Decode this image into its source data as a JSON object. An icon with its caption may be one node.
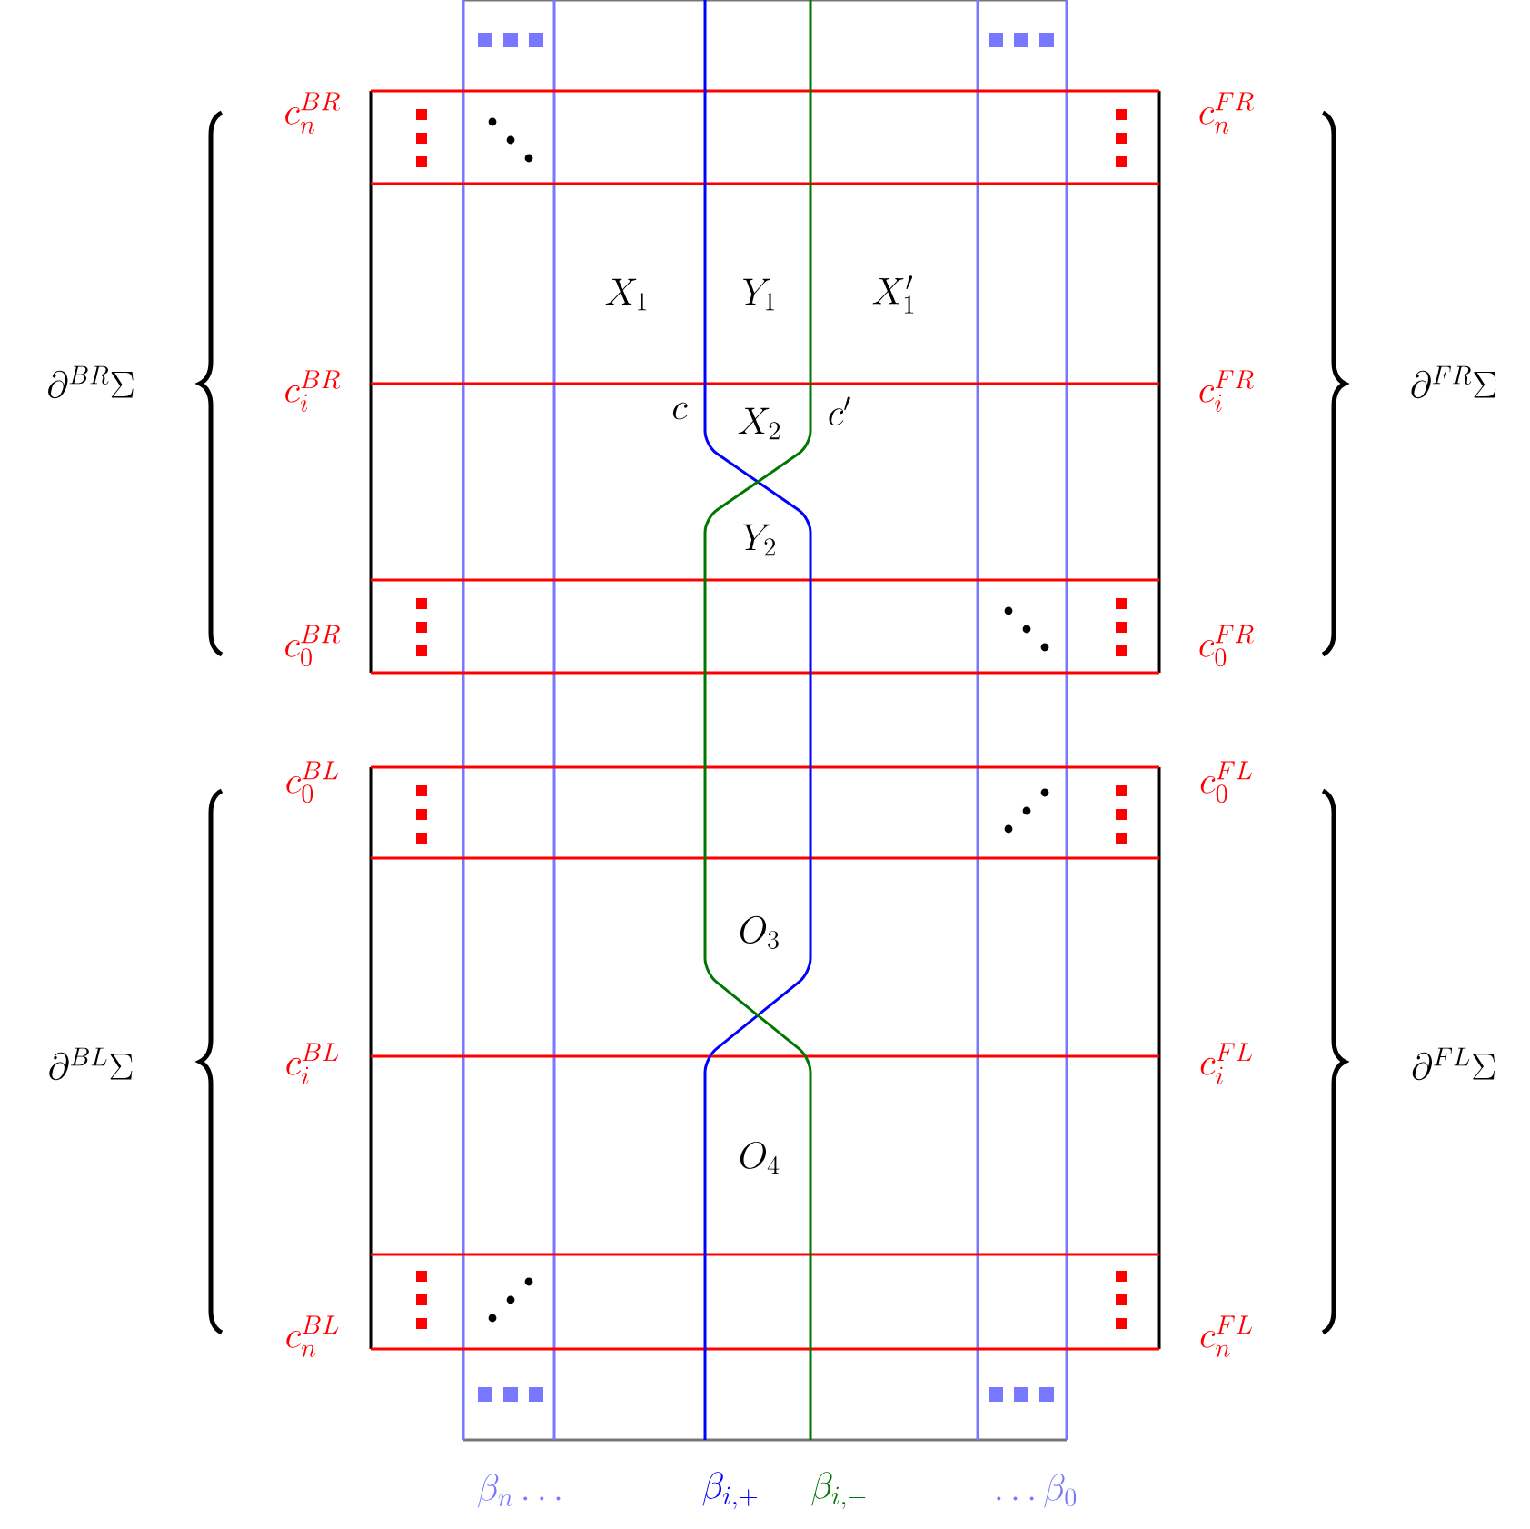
{
  "diagram": {
    "labels": [
      "c_n^{BR}",
      "c_n^{FR}",
      "X_1",
      "Y_1",
      "X_1'",
      "\\partial^{BR}\\Sigma",
      "c_i^{BR}",
      "c_i^{FR}",
      "\\partial^{FR}\\Sigma",
      "c",
      "X_2",
      "c'",
      "Y_2",
      "c_0^{BR}",
      "c_0^{FR}",
      "c_0^{BL}",
      "c_0^{FL}",
      "O_3",
      "\\partial^{BL}\\Sigma",
      "c_i^{BL}",
      "c_i^{FL}",
      "\\partial^{FL}\\Sigma",
      "O_4",
      "c_n^{BL}",
      "c_n^{FL}",
      "\\beta_n \\dots",
      "\\beta_{i,+}",
      "\\beta_{i,-}",
      "\\dots \\beta_0"
    ]
  }
}
